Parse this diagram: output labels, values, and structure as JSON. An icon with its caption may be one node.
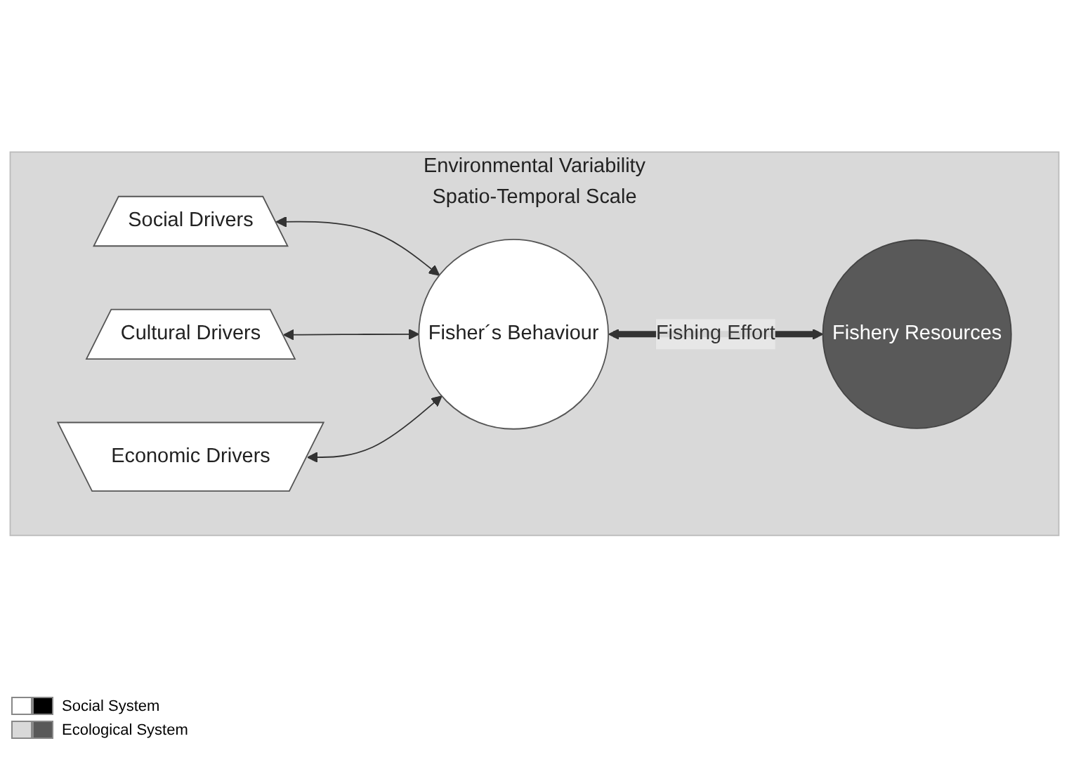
{
  "diagram": {
    "nodes": [
      {
        "text": [
          "Environmental Variability",
          "Spatio-Temporal Scale"
        ]
      },
      {
        "text": [
          "Social Drivers"
        ],
        "in": 0
      },
      {
        "text": [
          "Cultural Drivers"
        ],
        "in": 0
      },
      {
        "text": [
          "Fisher´s Behaviour"
        ],
        "in": 0
      },
      {
        "text": [
          "Economic Drivers"
        ],
        "in": 0
      },
      {
        "text": [
          "Fishery Resources"
        ],
        "in": 0
      }
    ],
    "edges": [
      {
        "from": 1,
        "to": 3,
        "arrow": "both"
      },
      {
        "from": 2,
        "to": 3,
        "arrow": "both"
      },
      {
        "from": 4,
        "to": 3,
        "arrow": "both"
      },
      {
        "from": 3,
        "to": 5,
        "arrow": "both",
        "label": "Fishing Effort",
        "style": "thick"
      }
    ],
    "legend": [
      {
        "text": "Social System",
        "color": "#ffffff"
      },
      {
        "text": "Ecological System",
        "color": "#d9d9d9"
      }
    ]
  }
}
